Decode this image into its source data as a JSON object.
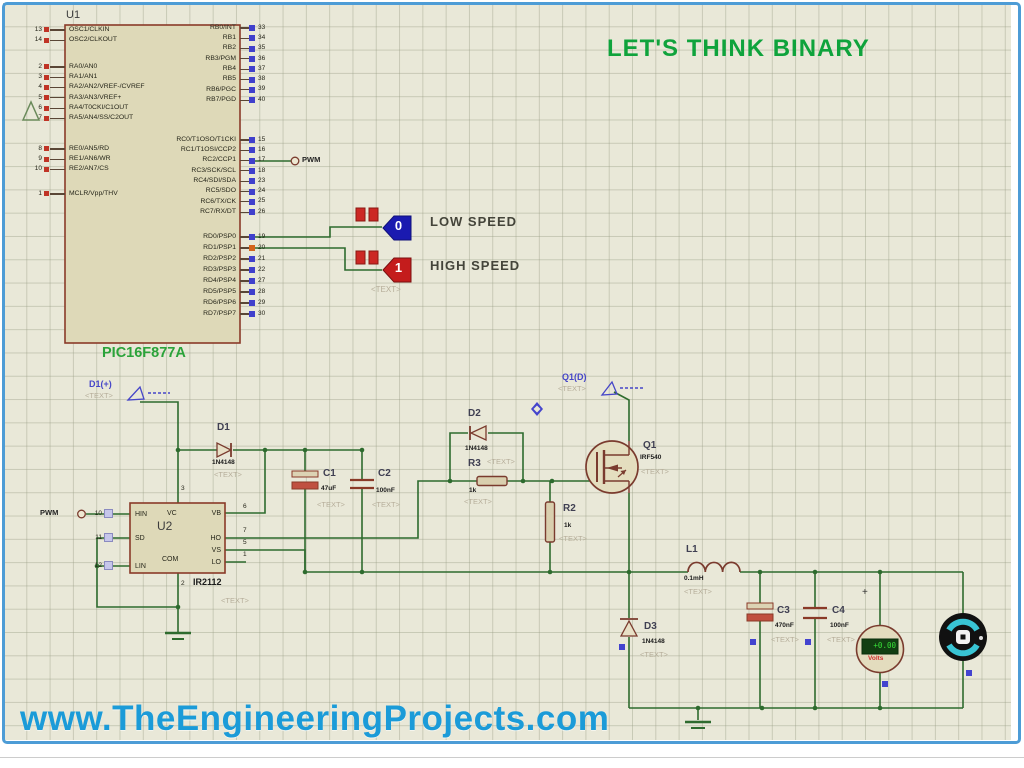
{
  "banner": {
    "text": "LET'S THINK BINARY"
  },
  "watermark": {
    "text": "www.TheEngineeringProjects.com"
  },
  "u1": {
    "ref": "U1",
    "part": "PIC16F877A",
    "left_pin_groups": [
      {
        "pins": [
          {
            "num": "13",
            "label": "OSC1/CLKIN",
            "marker": "red"
          },
          {
            "num": "14",
            "label": "OSC2/CLKOUT",
            "marker": "red"
          }
        ]
      },
      {
        "pins": [
          {
            "num": "2",
            "label": "RA0/AN0",
            "marker": "red"
          },
          {
            "num": "3",
            "label": "RA1/AN1",
            "marker": "red"
          },
          {
            "num": "4",
            "label": "RA2/AN2/VREF-/CVREF",
            "marker": "red"
          },
          {
            "num": "5",
            "label": "RA3/AN3/VREF+",
            "marker": "red"
          },
          {
            "num": "6",
            "label": "RA4/T0CKI/C1OUT",
            "marker": "red"
          },
          {
            "num": "7",
            "label": "RA5/AN4/SS/C2OUT",
            "marker": "red"
          }
        ]
      },
      {
        "pins": [
          {
            "num": "8",
            "label": "RE0/AN5/RD",
            "marker": "red"
          },
          {
            "num": "9",
            "label": "RE1/AN6/WR",
            "marker": "red"
          },
          {
            "num": "10",
            "label": "RE2/AN7/CS",
            "marker": "red"
          }
        ]
      },
      {
        "pins": [
          {
            "num": "1",
            "label": "MCLR/Vpp/THV",
            "marker": "red"
          }
        ]
      }
    ],
    "right_pin_groups": [
      {
        "pins": [
          {
            "num": "33",
            "label": "RB0/INT",
            "marker": "blue"
          },
          {
            "num": "34",
            "label": "RB1",
            "marker": "blue"
          },
          {
            "num": "35",
            "label": "RB2",
            "marker": "blue"
          },
          {
            "num": "36",
            "label": "RB3/PGM",
            "marker": "blue"
          },
          {
            "num": "37",
            "label": "RB4",
            "marker": "blue"
          },
          {
            "num": "38",
            "label": "RB5",
            "marker": "blue"
          },
          {
            "num": "39",
            "label": "RB6/PGC",
            "marker": "blue"
          },
          {
            "num": "40",
            "label": "RB7/PGD",
            "marker": "blue"
          }
        ]
      },
      {
        "pins": [
          {
            "num": "15",
            "label": "RC0/T1OSO/T1CKI",
            "marker": "blue"
          },
          {
            "num": "16",
            "label": "RC1/T1OSI/CCP2",
            "marker": "blue"
          },
          {
            "num": "17",
            "label": "RC2/CCP1",
            "marker": "blue"
          },
          {
            "num": "18",
            "label": "RC3/SCK/SCL",
            "marker": "blue"
          },
          {
            "num": "23",
            "label": "RC4/SDI/SDA",
            "marker": "blue"
          },
          {
            "num": "24",
            "label": "RC5/SDO",
            "marker": "blue"
          },
          {
            "num": "25",
            "label": "RC6/TX/CK",
            "marker": "blue"
          },
          {
            "num": "26",
            "label": "RC7/RX/DT",
            "marker": "blue"
          }
        ]
      },
      {
        "pins": [
          {
            "num": "19",
            "label": "RD0/PSP0",
            "marker": "blue"
          },
          {
            "num": "20",
            "label": "RD1/PSP1",
            "marker": "orange"
          },
          {
            "num": "21",
            "label": "RD2/PSP2",
            "marker": "blue"
          },
          {
            "num": "22",
            "label": "RD3/PSP3",
            "marker": "blue"
          },
          {
            "num": "27",
            "label": "RD4/PSP4",
            "marker": "blue"
          },
          {
            "num": "28",
            "label": "RD5/PSP5",
            "marker": "blue"
          },
          {
            "num": "29",
            "label": "RD6/PSP6",
            "marker": "blue"
          },
          {
            "num": "30",
            "label": "RD7/PSP7",
            "marker": "blue"
          }
        ]
      }
    ]
  },
  "u2": {
    "ref": "U2",
    "part": "IR2112",
    "placeholder": "<TEXT>",
    "left_pins": [
      {
        "num": "10",
        "label": "HIN",
        "marker": "purple"
      },
      {
        "num": "11",
        "label": "SD",
        "marker": "purple"
      },
      {
        "num": "12",
        "label": "LIN",
        "marker": "purple"
      }
    ],
    "right_pins": [
      {
        "num": "6",
        "label": "VB"
      },
      {
        "num": "7",
        "label": "HO"
      },
      {
        "num": "5",
        "label": "VS"
      },
      {
        "num": "1",
        "label": "LO"
      }
    ],
    "top_pin": {
      "num": "3",
      "label": "VC"
    },
    "bottom_pin": {
      "num": "2",
      "label": "COM"
    }
  },
  "components": {
    "d1": {
      "ref": "D1",
      "value": "1N4148",
      "placeholder": "<TEXT>"
    },
    "d2": {
      "ref": "D2",
      "value": "1N4148",
      "placeholder": "<TEXT>"
    },
    "d3": {
      "ref": "D3",
      "value": "1N4148",
      "placeholder": "<TEXT>"
    },
    "c1": {
      "ref": "C1",
      "value": "47uF",
      "placeholder": "<TEXT>"
    },
    "c2": {
      "ref": "C2",
      "value": "100nF",
      "placeholder": "<TEXT>"
    },
    "c3": {
      "ref": "C3",
      "value": "470nF",
      "placeholder": "<TEXT>"
    },
    "c4": {
      "ref": "C4",
      "value": "100nF",
      "placeholder": "<TEXT>"
    },
    "r2": {
      "ref": "R2",
      "value": "1k",
      "placeholder": "<TEXT>"
    },
    "r3": {
      "ref": "R3",
      "value": "1k",
      "placeholder": "<TEXT>"
    },
    "l1": {
      "ref": "L1",
      "value": "0.1mH",
      "placeholder": "<TEXT>"
    },
    "q1": {
      "ref": "Q1",
      "value": "IRF540",
      "placeholder": "<TEXT>"
    }
  },
  "probes": {
    "d1_plus": {
      "label": "D1(+)",
      "placeholder": "<TEXT>"
    },
    "q1_drain": {
      "label": "Q1(D)",
      "placeholder": "<TEXT>"
    }
  },
  "logic_indicators": {
    "low": {
      "state": "0",
      "caption": "LOW SPEED"
    },
    "high": {
      "state": "1",
      "caption": "HIGH SPEED"
    },
    "placeholder": "<TEXT>"
  },
  "terminals": {
    "pwm_out": "PWM",
    "pwm_in": "PWM"
  },
  "voltmeter": {
    "reading": "+0.00",
    "unit_label": "Volts",
    "polarity": "+"
  },
  "colors": {
    "wire": "#2e6b2e",
    "component_outline": "#7a3b2e",
    "frame_blue": "#4d9cd6",
    "banner_green": "#0fa33c",
    "watermark_blue": "#1b9bd8",
    "logic_low_fill": "#1a1ab0",
    "logic_high_fill": "#c41c1c"
  }
}
